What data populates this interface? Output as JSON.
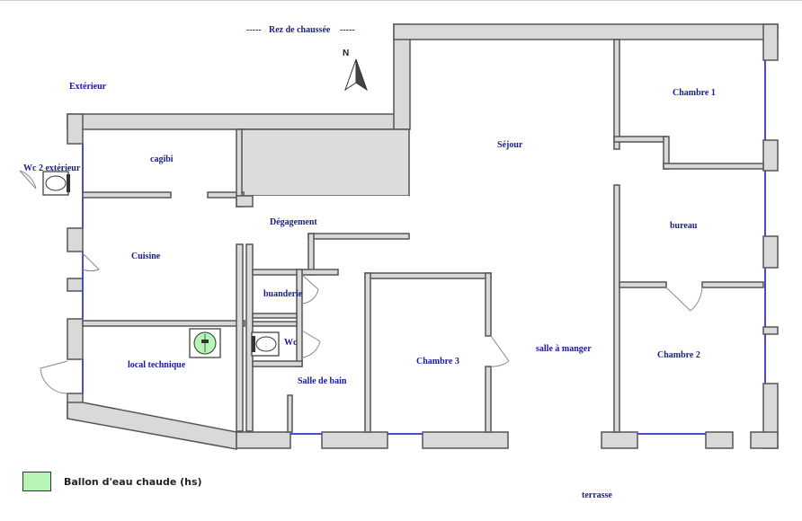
{
  "floor_title": "Rez de chaussée",
  "compass": {
    "label": "N"
  },
  "rooms": {
    "exterieur": "Extérieur",
    "wc2": "Wc 2 extérieur",
    "cagibi": "cagibi",
    "degagement": "Dégagement",
    "cuisine": "Cuisine",
    "buanderie": "buanderie",
    "wc": "Wc",
    "local_technique": "local technique",
    "salle_de_bain": "Salle de bain",
    "chambre3": "Chambre 3",
    "sejour": "Séjour",
    "salle_a_manger": "salle à manger",
    "chambre1": "Chambre 1",
    "bureau": "bureau",
    "chambre2": "Chambre 2",
    "terrasse": "terrasse"
  },
  "legend": {
    "label": "Ballon d'eau chaude (hs)",
    "color": "#b7f5b7"
  },
  "colors": {
    "wall": "#d9d9d9",
    "label": "#1a1a99",
    "window": "#4a4acc"
  },
  "icons": [
    "north-arrow-icon",
    "toilet-icon",
    "water-heater-icon"
  ]
}
